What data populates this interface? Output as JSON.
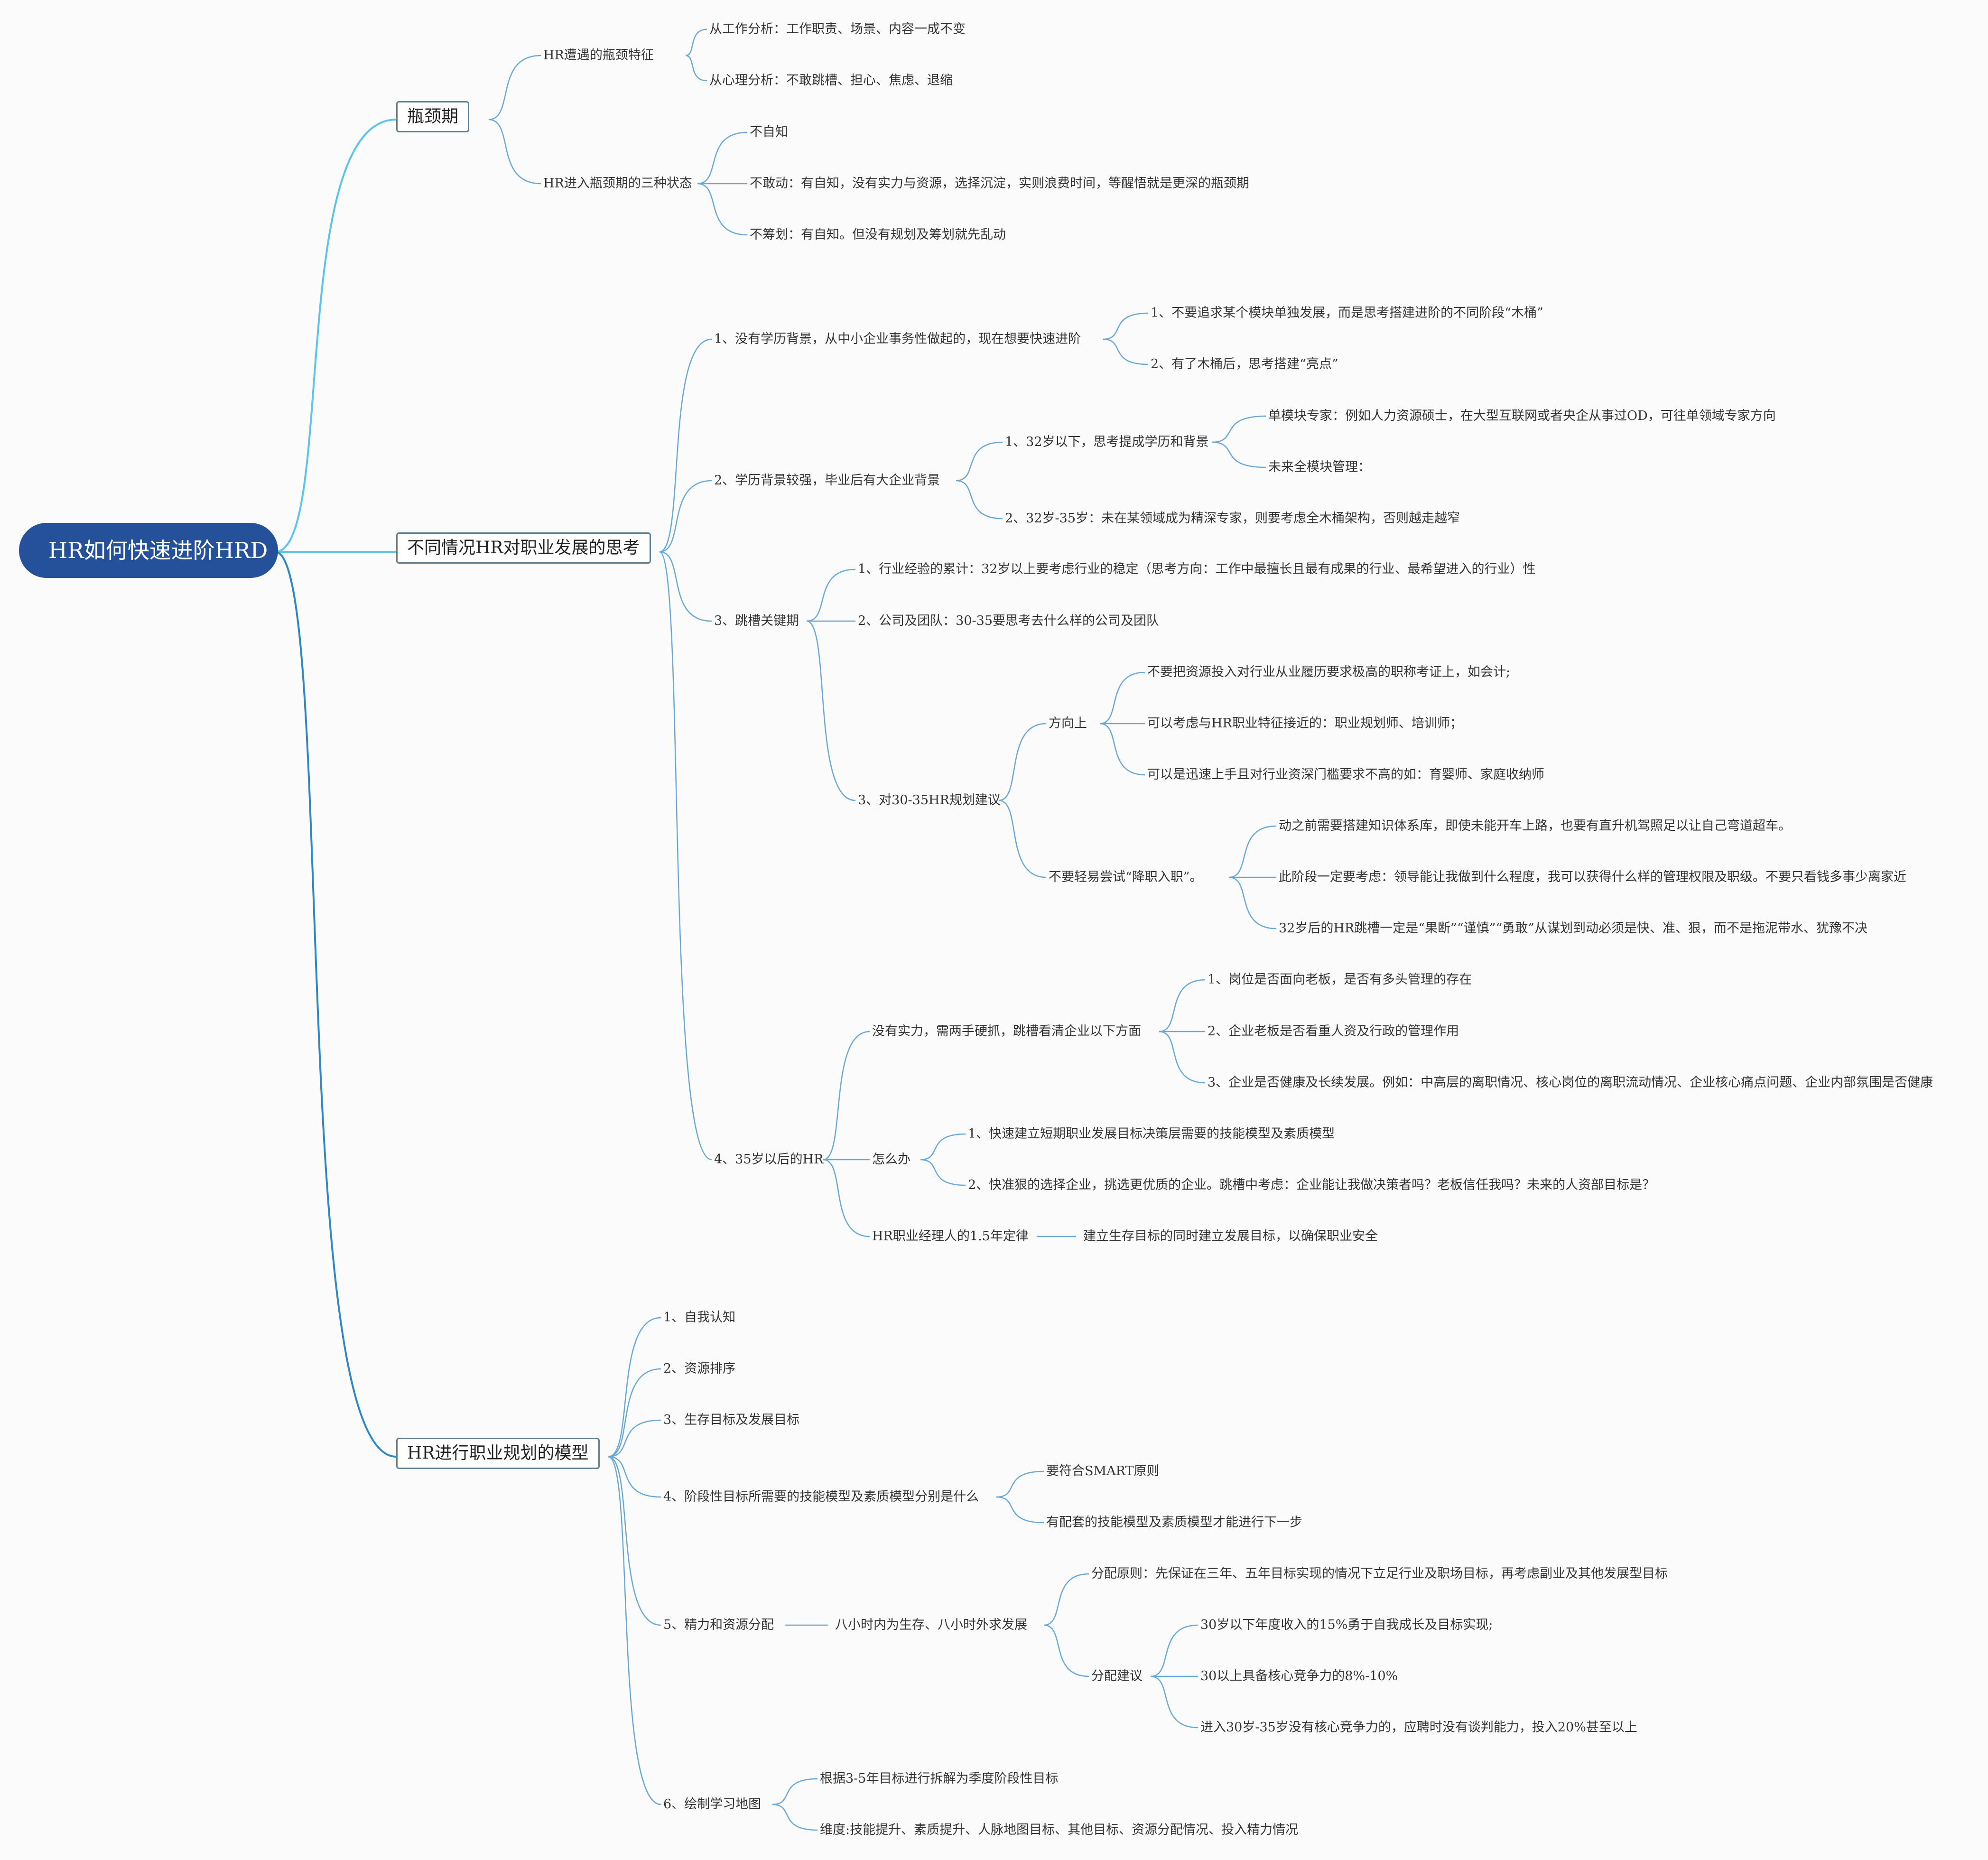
{
  "colors": {
    "root_bg": "#25509a",
    "root_text": "#ffffff",
    "branch_light": "#5bc4e8",
    "branch_dark": "#2f87c6",
    "leaf_line": "#68a8d8"
  },
  "root": "HR如何快速进阶HRD",
  "b1": {
    "label": "瓶颈期",
    "c1": {
      "label": "HR遭遇的瓶颈特征",
      "l1": "从工作分析：工作职责、场景、内容一成不变",
      "l2": "从心理分析：不敢跳槽、担心、焦虑、退缩"
    },
    "c2": {
      "label": "HR进入瓶颈期的三种状态",
      "l1": "不自知",
      "l2": "不敢动：有自知，没有实力与资源，选择沉淀，实则浪费时间，等醒悟就是更深的瓶颈期",
      "l3": "不筹划：有自知。但没有规划及筹划就先乱动"
    }
  },
  "b2": {
    "label": "不同情况HR对职业发展的思考",
    "c1": {
      "label": "1、没有学历背景，从中小企业事务性做起的，现在想要快速进阶",
      "l1": "1、不要追求某个模块单独发展，而是思考搭建进阶的不同阶段“木桶”",
      "l2": "2、有了木桶后，思考搭建“亮点”"
    },
    "c2": {
      "label": "2、学历背景较强，毕业后有大企业背景",
      "g1": {
        "label": "1、32岁以下，思考提成学历和背景",
        "l1": "单模块专家：例如人力资源硕士，在大型互联网或者央企从事过OD，可往单领域专家方向",
        "l2": "未来全模块管理："
      },
      "g2": "2、32岁-35岁：未在某领域成为精深专家，则要考虑全木桶架构，否则越走越窄"
    },
    "c3": {
      "label": "3、跳槽关键期",
      "g1": "1、行业经验的累计：32岁以上要考虑行业的稳定（思考方向：工作中最擅长且最有成果的行业、最希望进入的行业）性",
      "g2": "2、公司及团队：30-35要思考去什么样的公司及团队",
      "g3": {
        "label": "3、对30-35HR规划建议",
        "h1": {
          "label": "方向上",
          "l1": "不要把资源投入对行业从业履历要求极高的职称考证上，如会计;",
          "l2": "可以考虑与HR职业特征接近的：职业规划师、培训师；",
          "l3": "可以是迅速上手且对行业资深门槛要求不高的如：育婴师、家庭收纳师"
        },
        "h2": {
          "label": "不要轻易尝试“降职入职”。",
          "l1": "动之前需要搭建知识体系库，即使未能开车上路，也要有直升机驾照足以让自己弯道超车。",
          "l2": "此阶段一定要考虑：领导能让我做到什么程度，我可以获得什么样的管理权限及职级。不要只看钱多事少离家近",
          "l3": "32岁后的HR跳槽一定是“果断”“谨慎”“勇敢”从谋划到动必须是快、准、狠，而不是拖泥带水、犹豫不决"
        }
      }
    },
    "c4": {
      "label": "4、35岁以后的HR",
      "g1": {
        "label": "没有实力，需两手硬抓，跳槽看清企业以下方面",
        "l1": "1、岗位是否面向老板，是否有多头管理的存在",
        "l2": "2、企业老板是否看重人资及行政的管理作用",
        "l3": "3、企业是否健康及长续发展。例如：中高层的离职情况、核心岗位的离职流动情况、企业核心痛点问题、企业内部氛围是否健康"
      },
      "g2": {
        "label": "怎么办",
        "l1": "1、快速建立短期职业发展目标决策层需要的技能模型及素质模型",
        "l2": "2、快准狠的选择企业，挑选更优质的企业。跳槽中考虑：企业能让我做决策者吗？老板信任我吗？未来的人资部目标是？"
      },
      "g3": {
        "label": "HR职业经理人的1.5年定律",
        "l1": "建立生存目标的同时建立发展目标，以确保职业安全"
      }
    }
  },
  "b3": {
    "label": "HR进行职业规划的模型",
    "c1": "1、自我认知",
    "c2": "2、资源排序",
    "c3": "3、生存目标及发展目标",
    "c4": {
      "label": "4、阶段性目标所需要的技能模型及素质模型分别是什么",
      "l1": "要符合SMART原则",
      "l2": "有配套的技能模型及素质模型才能进行下一步"
    },
    "c5": {
      "label": "5、精力和资源分配",
      "m": "八小时内为生存、八小时外求发展",
      "g1": "分配原则：先保证在三年、五年目标实现的情况下立足行业及职场目标，再考虑副业及其他发展型目标",
      "g2": {
        "label": "分配建议",
        "l1": "30岁以下年度收入的15%勇于自我成长及目标实现;",
        "l2": "30以上具备核心竞争力的8%-10%",
        "l3": "进入30岁-35岁没有核心竞争力的，应聘时没有谈判能力，投入20%甚至以上"
      }
    },
    "c6": {
      "label": "6、绘制学习地图",
      "l1": "根据3-5年目标进行拆解为季度阶段性目标",
      "l2": "维度:技能提升、素质提升、人脉地图目标、其他目标、资源分配情况、投入精力情况"
    }
  }
}
